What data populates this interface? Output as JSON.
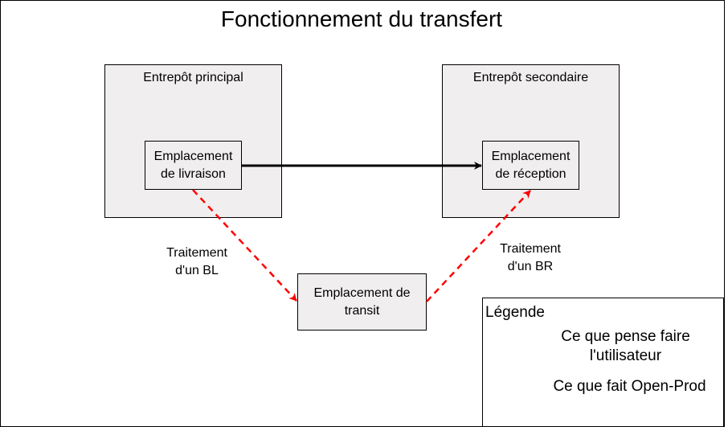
{
  "title": "Fonctionnement du transfert",
  "warehouses": {
    "main": {
      "label": "Entrepôt principal"
    },
    "secondary": {
      "label": "Entrepôt secondaire"
    }
  },
  "locations": {
    "delivery": {
      "line1": "Emplacement",
      "line2": "de livraison"
    },
    "reception": {
      "line1": "Emplacement",
      "line2": "de réception"
    },
    "transit": {
      "line1": "Emplacement de",
      "line2": "transit"
    }
  },
  "edges": {
    "bl": {
      "line1": "Traitement",
      "line2": "d'un BL"
    },
    "br": {
      "line1": "Traitement",
      "line2": "d'un BR"
    }
  },
  "legend": {
    "title": "Légende",
    "user_line1": "Ce que pense faire",
    "user_line2": "l'utilisateur",
    "system": "Ce que fait Open-Prod"
  },
  "colors": {
    "user_arrow": "#000000",
    "system_arrow": "#ff0000",
    "box_fill": "#f0eeee"
  }
}
